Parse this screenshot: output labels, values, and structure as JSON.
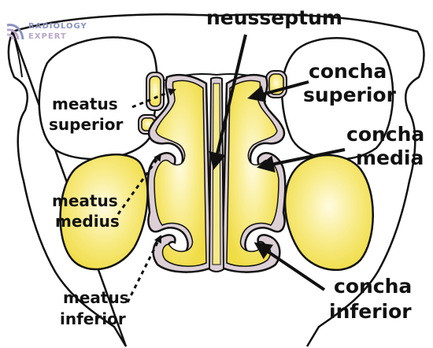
{
  "logo": {
    "line1": "RADIOLOGY",
    "line2": "EXPERT",
    "color": "#8a93c2"
  },
  "labels": {
    "neusseptum": "neusseptum",
    "concha_superior": [
      "concha",
      "superior"
    ],
    "concha_media": [
      "concha",
      "media"
    ],
    "concha_inferior": [
      "concha",
      "inferior"
    ],
    "meatus_superior": [
      "meatus",
      "superior"
    ],
    "meatus_medius": [
      "meatus",
      "medius"
    ],
    "meatus_inferior": [
      "meatus",
      "inferior"
    ]
  },
  "colors": {
    "outline": "#111111",
    "bone": "#f3e24f",
    "bone_highlight": "#fffbe0",
    "mucosa": "#dccfd6"
  }
}
